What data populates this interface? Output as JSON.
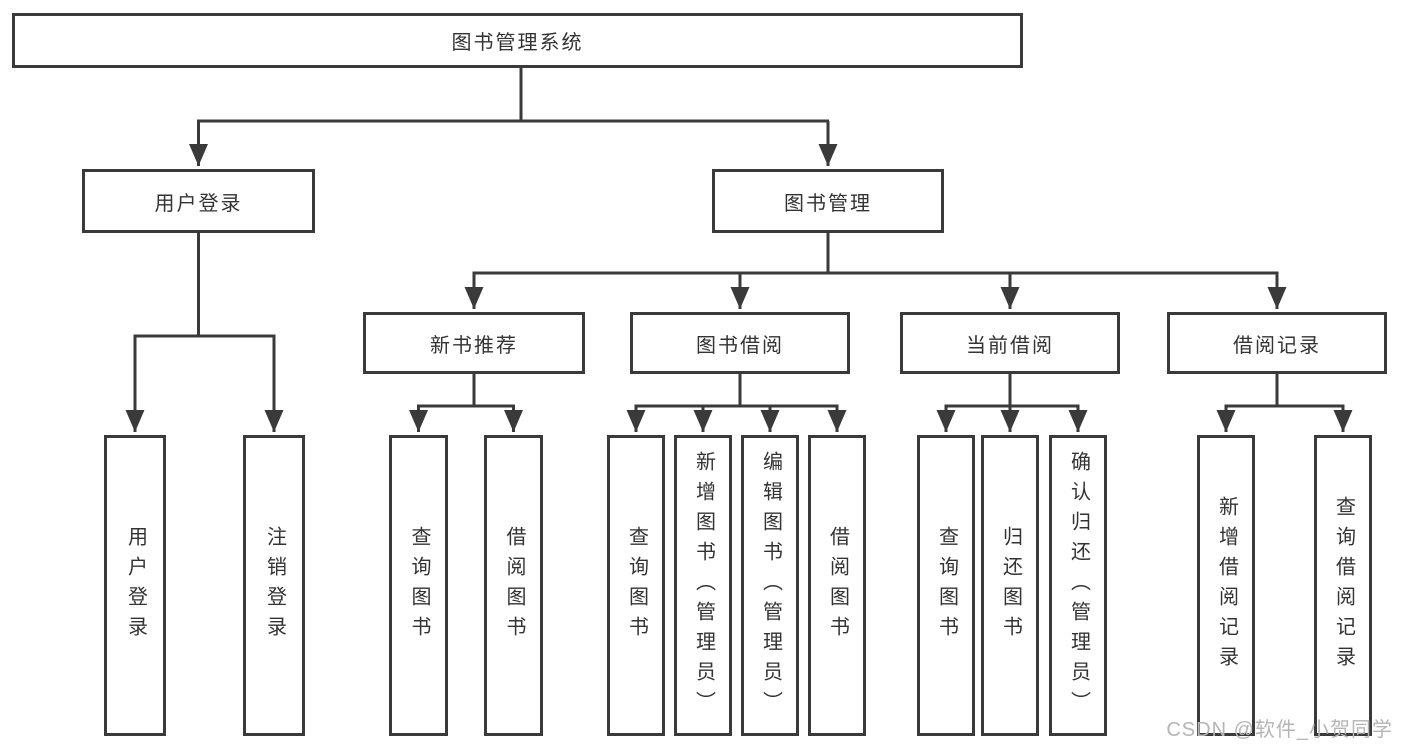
{
  "page": {
    "background": "#ffffff"
  },
  "colors": {
    "line": "#3a3a3a",
    "box_border": "#3a3a3a",
    "text": "#333333",
    "watermark_text_color": "#b5b5b5"
  },
  "diagram_type": "hierarchy-tree",
  "tree": {
    "label": "图书管理系统",
    "children": [
      {
        "label": "用户登录",
        "children": [
          {
            "label": "用户登录"
          },
          {
            "label": "注销登录"
          }
        ]
      },
      {
        "label": "图书管理",
        "children": [
          {
            "label": "新书推荐",
            "children": [
              {
                "label": "查询图书"
              },
              {
                "label": "借阅图书"
              }
            ]
          },
          {
            "label": "图书借阅",
            "children": [
              {
                "label": "查询图书"
              },
              {
                "label": "新增图书（管理员）"
              },
              {
                "label": "编辑图书（管理员）"
              },
              {
                "label": "借阅图书"
              }
            ]
          },
          {
            "label": "当前借阅",
            "children": [
              {
                "label": "查询图书"
              },
              {
                "label": "归还图书"
              },
              {
                "label": "确认归还（管理员）"
              }
            ]
          },
          {
            "label": "借阅记录",
            "children": [
              {
                "label": "新增借阅记录"
              },
              {
                "label": "查询借阅记录"
              }
            ]
          }
        ]
      }
    ]
  },
  "watermark": {
    "text": "CSDN @软件_小贺同学"
  }
}
